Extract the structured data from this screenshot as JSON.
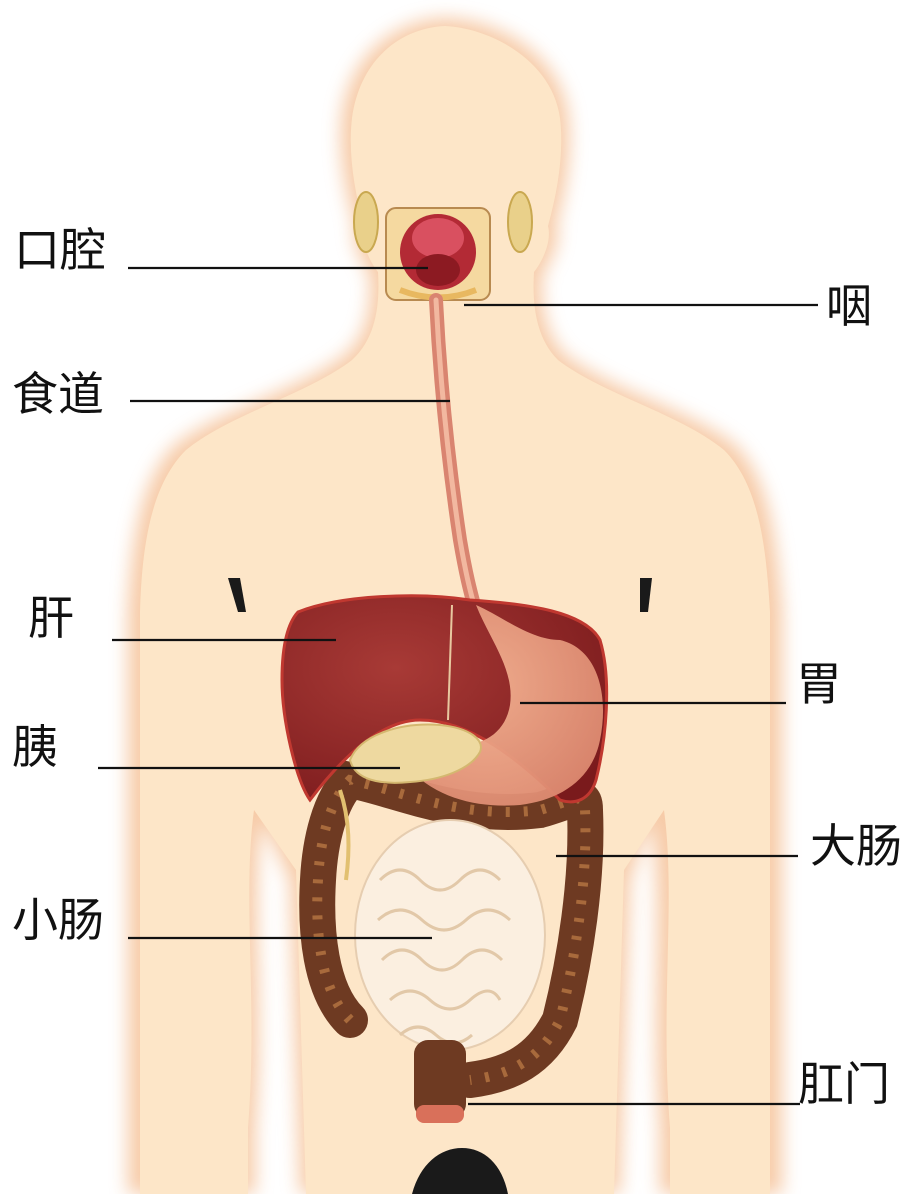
{
  "labels": {
    "mouth": "口腔",
    "pharynx": "咽",
    "esophagus": "食道",
    "liver": "肝",
    "stomach": "胃",
    "pancreas": "胰",
    "large_intestine": "大肠",
    "small_intestine": "小肠",
    "anus": "肛门"
  },
  "colors": {
    "skin": "#fde4c4",
    "skin_glow": "#f4b27a",
    "liver": "#8e2324",
    "stomach": "#e9987a",
    "pancreas": "#eed9a0",
    "colon": "#6e3a22",
    "small_intestine": "#fbefe0",
    "esophagus": "#d98470",
    "mouth": "#b32a35"
  }
}
